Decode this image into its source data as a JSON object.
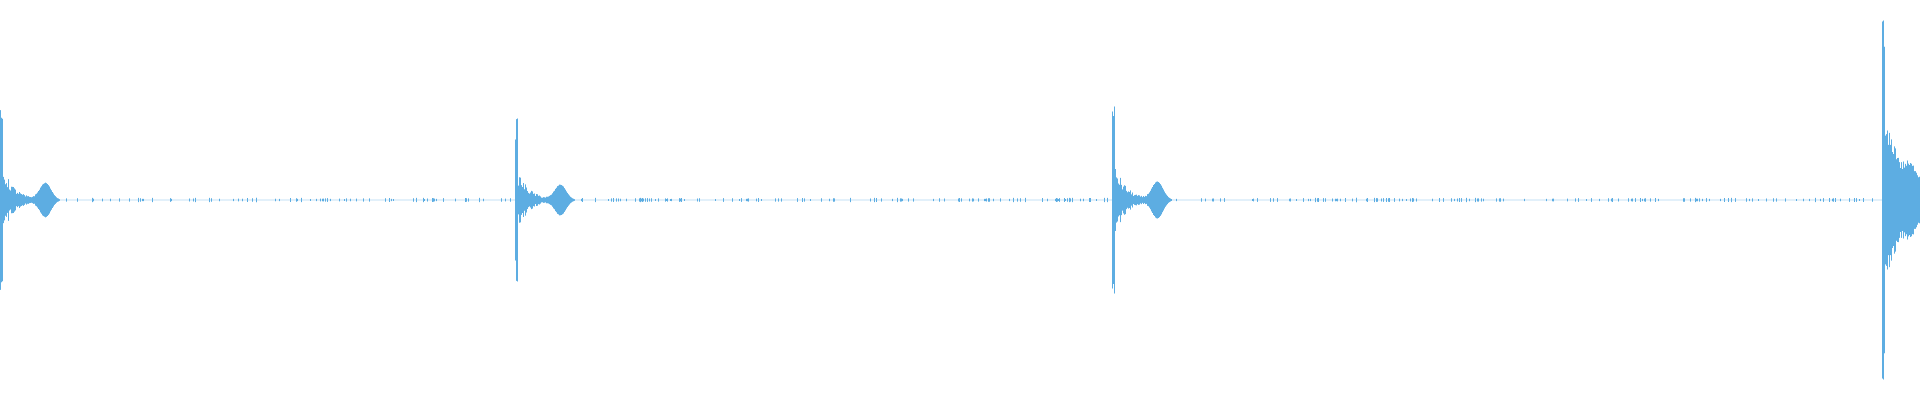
{
  "waveform": {
    "color": "#5dade2",
    "background": "#ffffff",
    "transients": [
      {
        "time": 0.0,
        "amplitude": 0.48,
        "decay": "short"
      },
      {
        "time": 0.268,
        "amplitude": 0.43,
        "decay": "short"
      },
      {
        "time": 0.579,
        "amplitude": 0.51,
        "decay": "short"
      },
      {
        "time": 0.98,
        "amplitude": 0.98,
        "decay": "continuing"
      }
    ],
    "baseline_noise": "sparse"
  }
}
